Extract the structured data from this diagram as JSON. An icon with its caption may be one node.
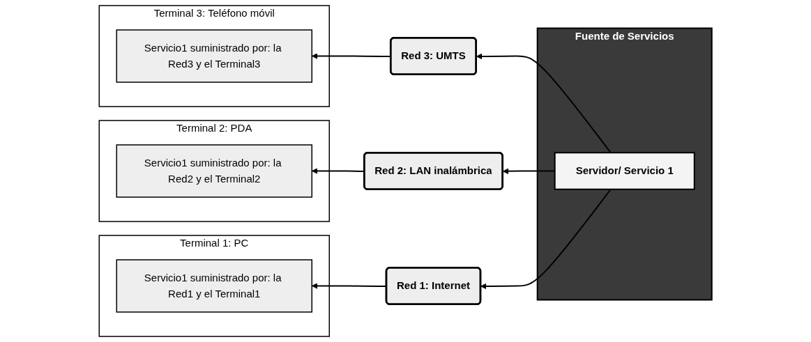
{
  "diagram": {
    "nodes": [
      {
        "text": [
          "Terminal 1: PC"
        ]
      },
      {
        "text": [
          "Servicio1 suministrado por: la Red1 y el Terminal1"
        ],
        "in": 0
      },
      {
        "text": [
          "Red 1: Internet"
        ]
      },
      {
        "text": [
          "Fuente de Servicios"
        ]
      },
      {
        "text": [
          "Servidor/ Servicio 1"
        ],
        "in": 3
      },
      {
        "text": [
          "Terminal 2: PDA"
        ]
      },
      {
        "text": [
          "Servicio1 suministrado por: la Red2 y el Terminal2"
        ],
        "in": 5
      },
      {
        "text": [
          "Red 2: LAN inalámbrica"
        ]
      },
      {
        "text": [
          "Terminal 3: Teléfono móvil"
        ]
      },
      {
        "text": [
          "Servicio1 suministrado por: la Red3 y el Terminal3"
        ],
        "in": 8
      },
      {
        "text": [
          "Red 3: UMTS"
        ]
      }
    ],
    "edges": [
      {
        "from": 4,
        "to": 2,
        "arrow": "to"
      },
      {
        "from": 2,
        "to": 1,
        "arrow": "to"
      },
      {
        "from": 4,
        "to": 7,
        "arrow": "to"
      },
      {
        "from": 7,
        "to": 6,
        "arrow": "to"
      },
      {
        "from": 4,
        "to": 10,
        "arrow": "to"
      },
      {
        "from": 10,
        "to": 9,
        "arrow": "to"
      }
    ]
  }
}
